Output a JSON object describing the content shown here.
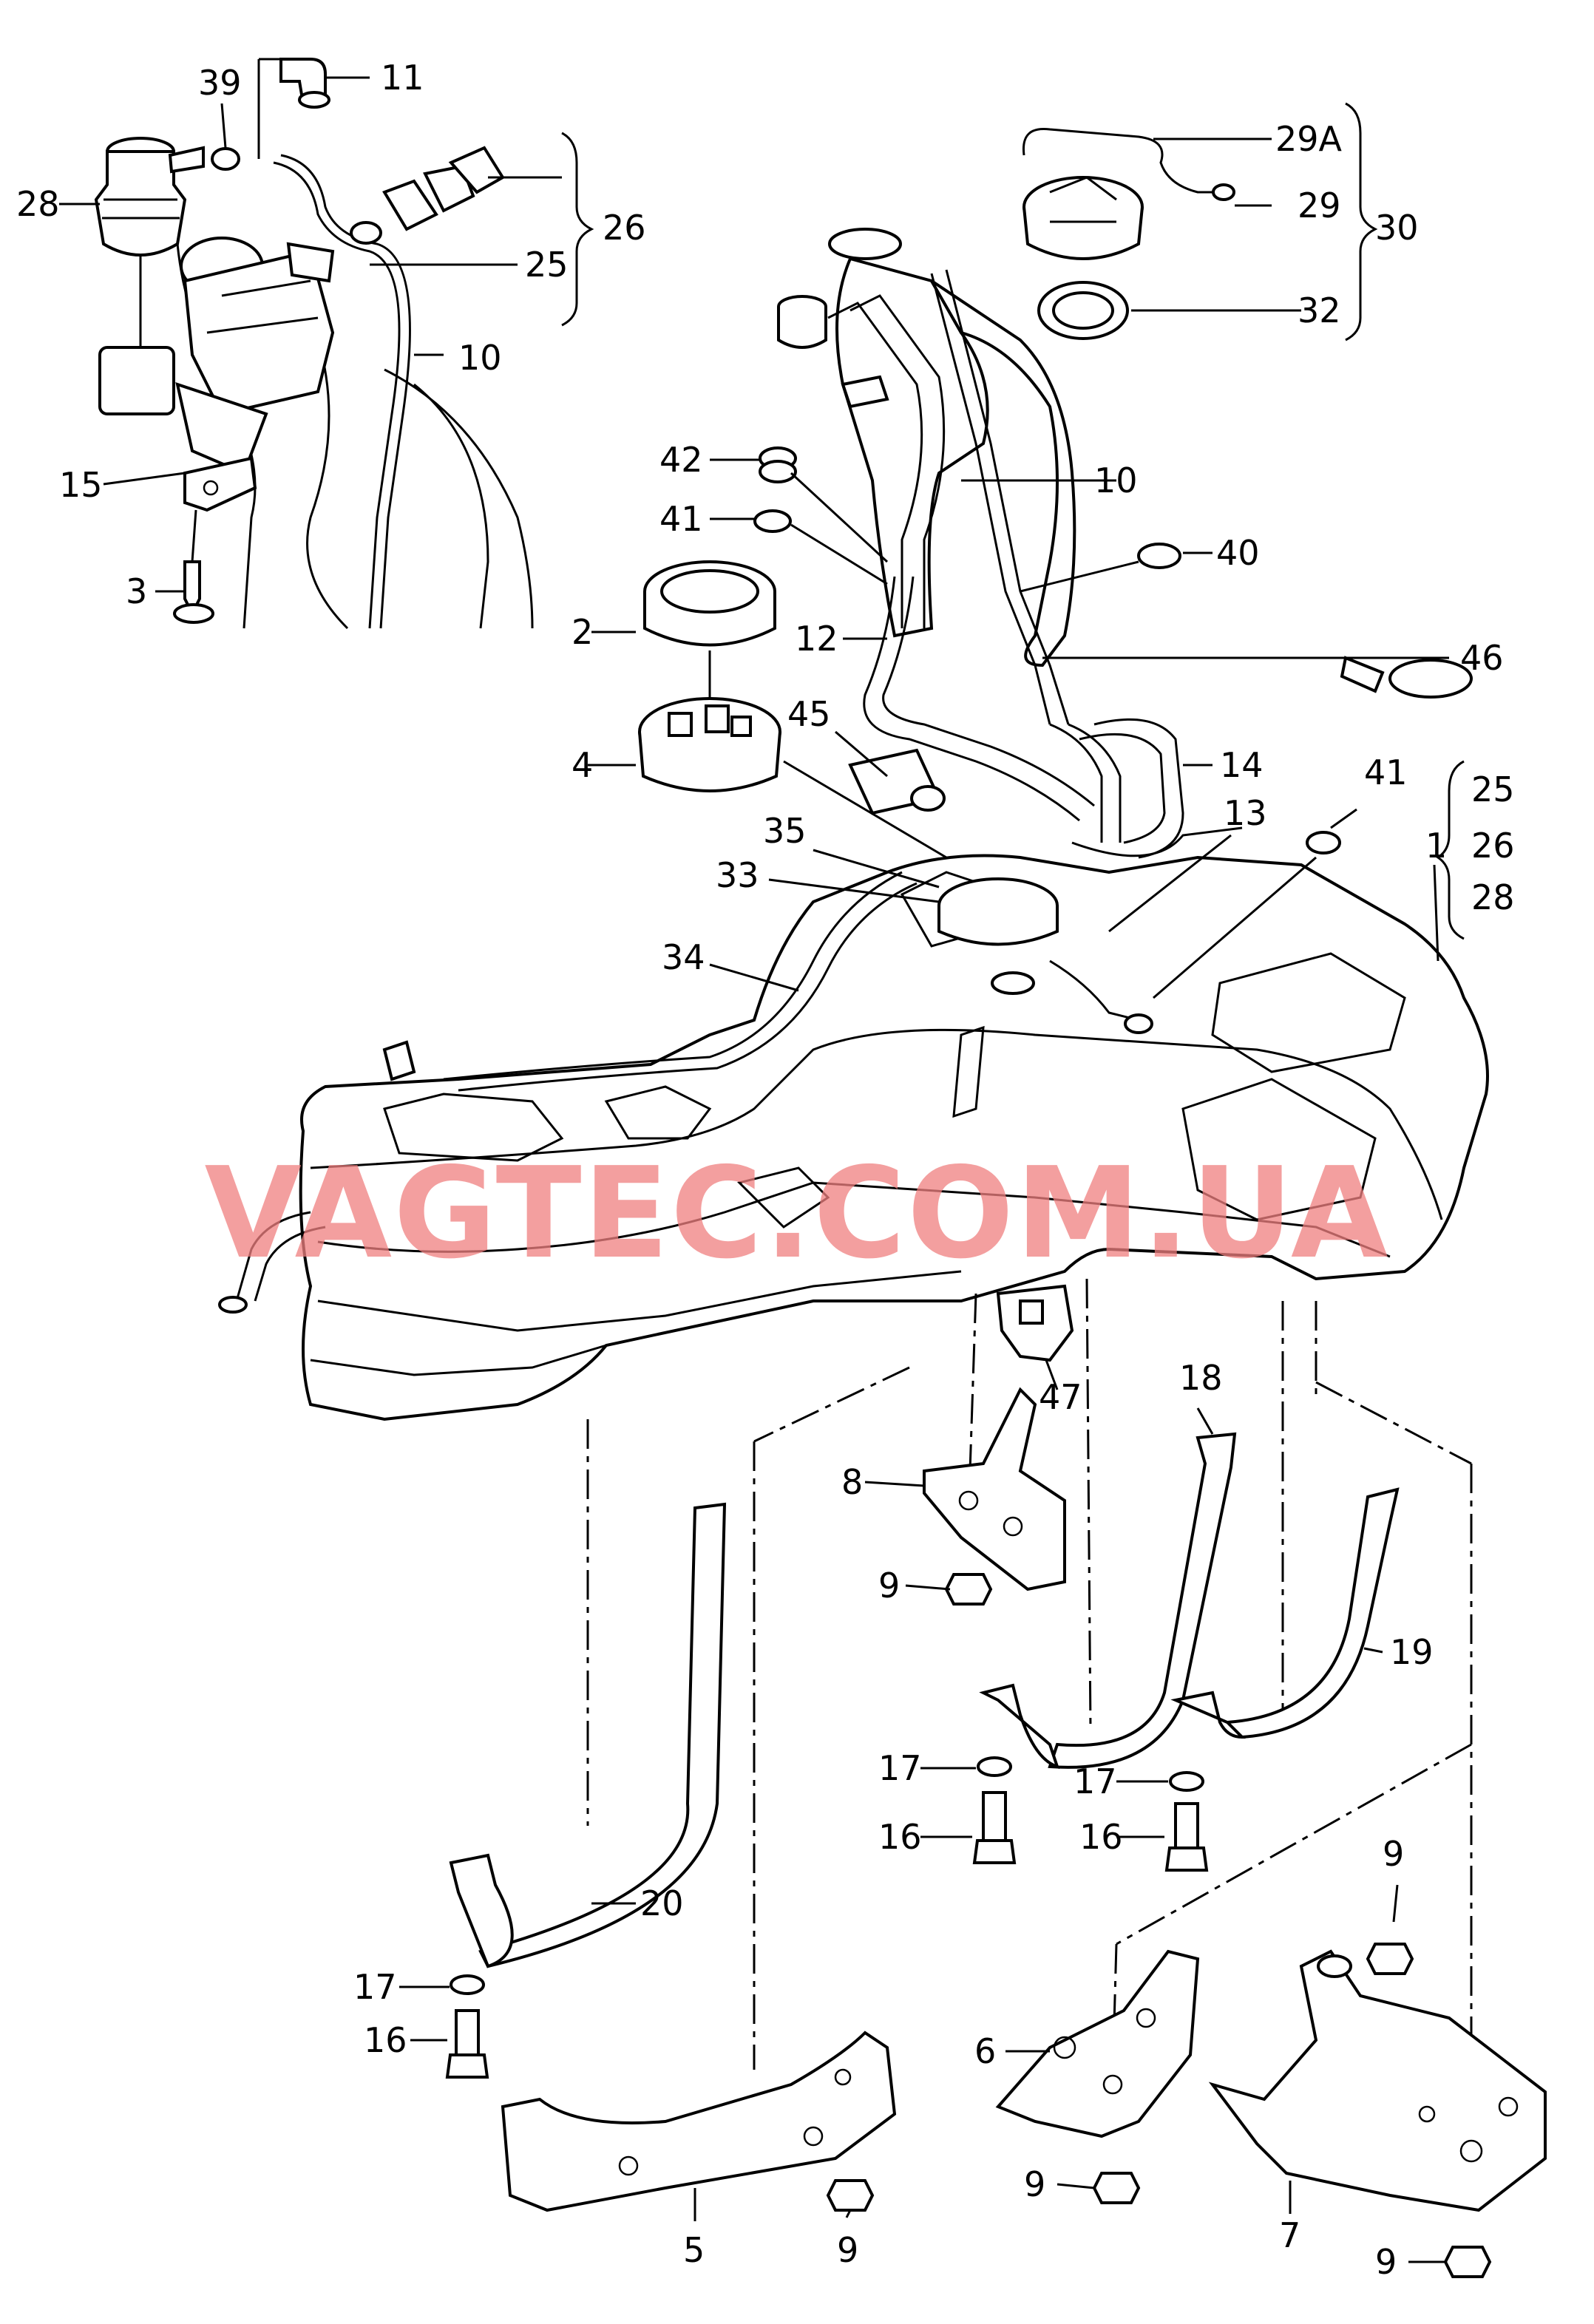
{
  "watermark": "VAGTEC.COM.UA",
  "colors": {
    "line": "#000000",
    "watermark": "#f08080",
    "background": "#ffffff"
  },
  "callouts": {
    "c1": "1",
    "c2": "2",
    "c3": "3",
    "c4": "4",
    "c5": "5",
    "c6": "6",
    "c7": "7",
    "c8": "8",
    "c9a": "9",
    "c9b": "9",
    "c9c": "9",
    "c9d": "9",
    "c9e": "9",
    "c10a": "10",
    "c10b": "10",
    "c11": "11",
    "c12": "12",
    "c13": "13",
    "c14": "14",
    "c15": "15",
    "c16a": "16",
    "c16b": "16",
    "c16c": "16",
    "c17a": "17",
    "c17b": "17",
    "c17c": "17",
    "c18": "18",
    "c19": "19",
    "c20": "20",
    "c25a": "25",
    "c25b": "25",
    "c26a": "26",
    "c26b": "26",
    "c28a": "28",
    "c28b": "28",
    "c29": "29",
    "c29a": "29A",
    "c30": "30",
    "c32": "32",
    "c33": "33",
    "c34": "34",
    "c35": "35",
    "c39": "39",
    "c40": "40",
    "c41a": "41",
    "c41b": "41",
    "c42": "42",
    "c45": "45",
    "c46": "46",
    "c47": "47"
  }
}
